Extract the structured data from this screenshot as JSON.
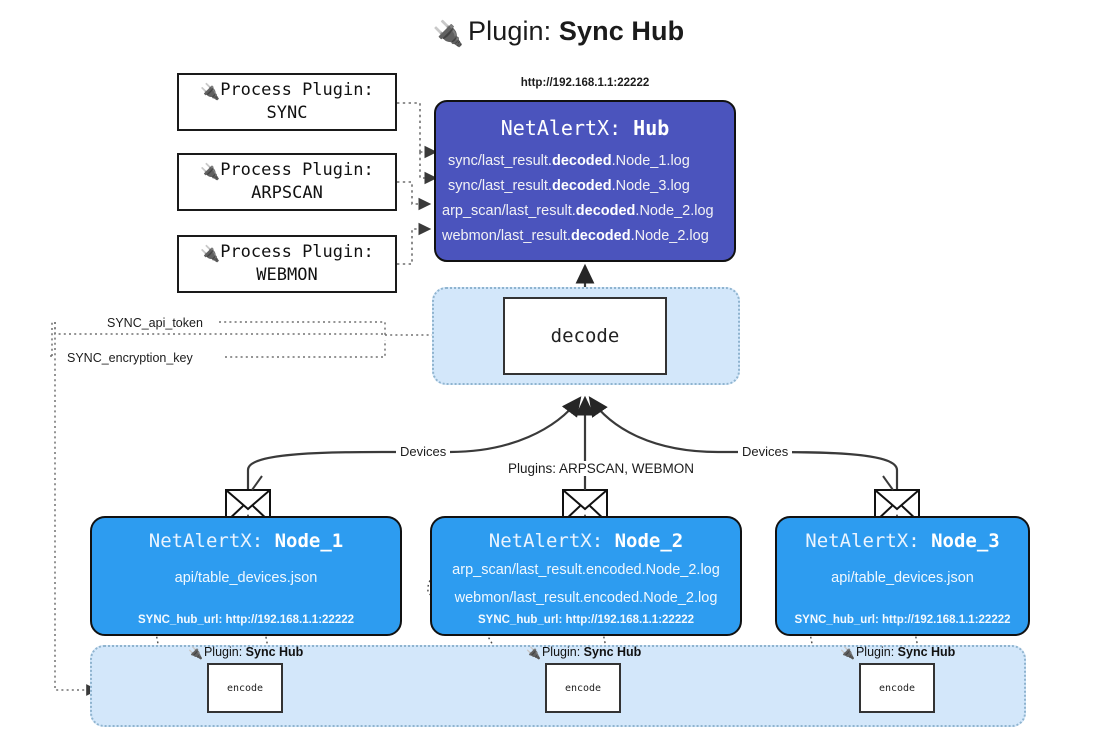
{
  "header": {
    "plug_icon": "🔌",
    "prefix": "Plugin: ",
    "title": "Sync Hub"
  },
  "process_plugins": [
    {
      "line1": "Process Plugin:",
      "line2": "SYNC"
    },
    {
      "line1": "Process Plugin:",
      "line2": "ARPSCAN"
    },
    {
      "line1": "Process Plugin:",
      "line2": "WEBMON"
    }
  ],
  "hub": {
    "url": "http://192.168.1.1:22222",
    "name_prefix": "NetAlertX: ",
    "name": "Hub",
    "rows": [
      {
        "pre": "sync/last_result.",
        "mid": "decoded",
        "post": ".Node_1.log"
      },
      {
        "pre": "sync/last_result.",
        "mid": "decoded",
        "post": ".Node_3.log"
      },
      {
        "pre": "arp_scan/last_result.",
        "mid": "decoded",
        "post": ".Node_2.log"
      },
      {
        "pre": "webmon/last_result.",
        "mid": "decoded",
        "post": ".Node_2.log"
      }
    ]
  },
  "decode": {
    "label": "decode"
  },
  "secrets": {
    "api_token": "SYNC_api_token",
    "encryption_key": "SYNC_encryption_key"
  },
  "edge_labels": {
    "devices_left": "Devices",
    "devices_right": "Devices",
    "plugins_center": "Plugins: ARPSCAN, WEBMON"
  },
  "nodes": [
    {
      "name_prefix": "NetAlertX: ",
      "name": "Node_1",
      "lines": [
        "api/table_devices.json"
      ],
      "footer": "SYNC_hub_url: http://192.168.1.1:22222"
    },
    {
      "name_prefix": "NetAlertX: ",
      "name": "Node_2",
      "lines": [
        "arp_scan/last_result.encoded.Node_2.log",
        "webmon/last_result.encoded.Node_2.log"
      ],
      "footer": "SYNC_hub_url: http://192.168.1.1:22222"
    },
    {
      "name_prefix": "NetAlertX: ",
      "name": "Node_3",
      "lines": [
        "api/table_devices.json"
      ],
      "footer": "SYNC_hub_url: http://192.168.1.1:22222"
    }
  ],
  "encoders": [
    {
      "plugin_prefix": "Plugin: ",
      "plugin_name": "Sync Hub",
      "label": "encode"
    },
    {
      "plugin_prefix": "Plugin: ",
      "plugin_name": "Sync Hub",
      "label": "encode"
    },
    {
      "plugin_prefix": "Plugin: ",
      "plugin_name": "Sync Hub",
      "label": "encode"
    }
  ],
  "colors": {
    "hub_bg": "#4b54bd",
    "node_bg": "#2d9cf0",
    "container_bg": "#d3e7fa",
    "container_border": "#8fb4cf",
    "stroke": "#333333"
  }
}
